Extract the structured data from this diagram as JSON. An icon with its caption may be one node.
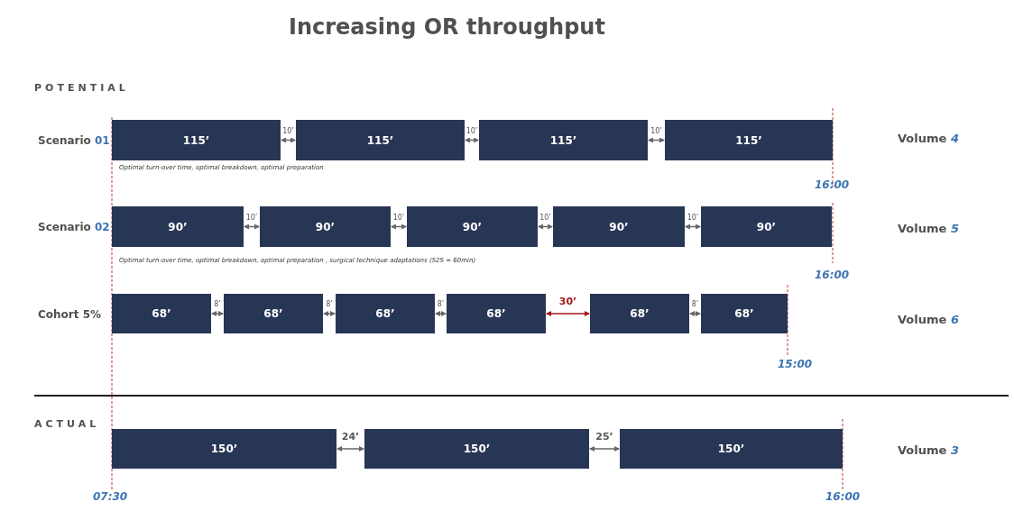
{
  "diagram": {
    "title": "Increasing OR throughput",
    "nodes": [
      {
        "text": [
          "115’"
        ]
      },
      {
        "text": [
          "115’"
        ]
      },
      {
        "text": [
          "115’"
        ]
      },
      {
        "text": [
          "115’"
        ]
      },
      {
        "text": [
          "90’"
        ]
      },
      {
        "text": [
          "90’"
        ]
      },
      {
        "text": [
          "90’"
        ]
      },
      {
        "text": [
          "90’"
        ]
      },
      {
        "text": [
          "90’"
        ]
      },
      {
        "text": [
          "68’"
        ]
      },
      {
        "text": [
          "68’"
        ]
      },
      {
        "text": [
          "68’"
        ]
      },
      {
        "text": [
          "68’"
        ]
      },
      {
        "text": [
          "68’"
        ]
      },
      {
        "text": [
          "68’"
        ]
      },
      {
        "text": [
          "150’"
        ]
      },
      {
        "text": [
          "150’"
        ]
      },
      {
        "text": [
          "150’"
        ]
      }
    ],
    "edges": [
      {
        "from": 0,
        "to": 1,
        "arrow": "both",
        "label": "10’"
      },
      {
        "from": 1,
        "to": 2,
        "arrow": "both",
        "label": "10’"
      },
      {
        "from": 2,
        "to": 3,
        "arrow": "both",
        "label": "10’"
      },
      {
        "from": 4,
        "to": 5,
        "arrow": "both",
        "label": "10’"
      },
      {
        "from": 5,
        "to": 6,
        "arrow": "both",
        "label": "10’"
      },
      {
        "from": 6,
        "to": 7,
        "arrow": "both",
        "label": "10’"
      },
      {
        "from": 7,
        "to": 8,
        "arrow": "both",
        "label": "10’"
      },
      {
        "from": 9,
        "to": 10,
        "arrow": "both",
        "label": "8’"
      },
      {
        "from": 10,
        "to": 11,
        "arrow": "both",
        "label": "8’"
      },
      {
        "from": 11,
        "to": 12,
        "arrow": "both",
        "label": "8’"
      },
      {
        "from": 12,
        "to": 13,
        "arrow": "both",
        "label": "30’",
        "color": "#a31818"
      },
      {
        "from": 13,
        "to": 14,
        "arrow": "both",
        "label": "8’"
      },
      {
        "from": 15,
        "to": 16,
        "arrow": "both",
        "label": "24’"
      },
      {
        "from": 16,
        "to": 17,
        "arrow": "both",
        "label": "25’"
      }
    ],
    "labels": [
      "POTENTIAL",
      "Scenario 01",
      "Volume 4",
      "Optimal turn-over time, optimal breakdown, optimal preparation",
      "16:00",
      "Scenario 02",
      "Volume 5",
      "Optimal turn-over time, optimal breakdown, optimal preparation , surgical technique adaptations (S2S = 60min)",
      "16:00",
      "Cohort 5%",
      "Volume 6",
      "15:00",
      "ACTUAL",
      "Volume 3",
      "07:30",
      "16:00"
    ]
  }
}
